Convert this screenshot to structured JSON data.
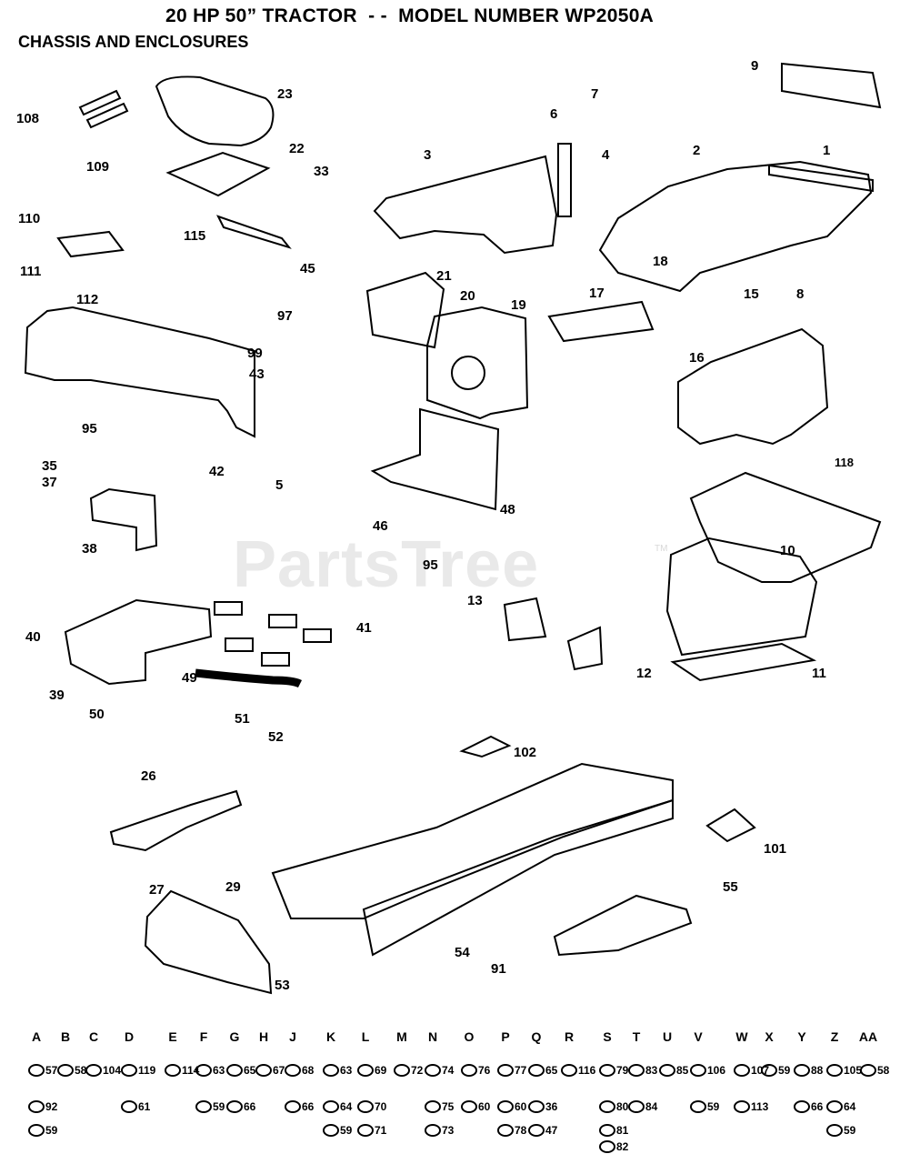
{
  "header": {
    "title": "20 HP 50” TRACTOR  - -  MODEL NUMBER WP2050A",
    "subtitle": "CHASSIS AND ENCLOSURES"
  },
  "watermark": {
    "text": "PartsTree",
    "tm": "TM"
  },
  "callouts": [
    "108",
    "23",
    "22",
    "109",
    "110",
    "33",
    "111",
    "112",
    "115",
    "45",
    "97",
    "99",
    "43",
    "95",
    "35",
    "42",
    "37",
    "38",
    "40",
    "39",
    "49",
    "50",
    "51",
    "52",
    "41",
    "5",
    "3",
    "4",
    "21",
    "20",
    "19",
    "17",
    "46",
    "48",
    "95b",
    "13",
    "12",
    "102",
    "6",
    "7",
    "9",
    "2",
    "1",
    "18",
    "15",
    "8",
    "16",
    "118",
    "10",
    "11",
    "26",
    "27",
    "29",
    "54",
    "55",
    "53",
    "91",
    "101"
  ],
  "hardware": [
    {
      "letter": "A",
      "parts": [
        "57",
        "92",
        "59"
      ]
    },
    {
      "letter": "B",
      "parts": [
        "58"
      ]
    },
    {
      "letter": "C",
      "parts": [
        "104"
      ]
    },
    {
      "letter": "D",
      "parts": [
        "119",
        "61"
      ]
    },
    {
      "letter": "E",
      "parts": [
        "114"
      ]
    },
    {
      "letter": "F",
      "parts": [
        "63",
        "59"
      ]
    },
    {
      "letter": "G",
      "parts": [
        "65",
        "66"
      ]
    },
    {
      "letter": "H",
      "parts": [
        "67"
      ]
    },
    {
      "letter": "J",
      "parts": [
        "68",
        "66"
      ]
    },
    {
      "letter": "K",
      "parts": [
        "63",
        "64",
        "59"
      ]
    },
    {
      "letter": "L",
      "parts": [
        "69",
        "70",
        "71"
      ]
    },
    {
      "letter": "M",
      "parts": [
        "72"
      ]
    },
    {
      "letter": "N",
      "parts": [
        "74",
        "75",
        "73"
      ]
    },
    {
      "letter": "O",
      "parts": [
        "76",
        "60"
      ]
    },
    {
      "letter": "P",
      "parts": [
        "77",
        "60",
        "78"
      ]
    },
    {
      "letter": "Q",
      "parts": [
        "65",
        "36",
        "47"
      ]
    },
    {
      "letter": "R",
      "parts": [
        "116"
      ]
    },
    {
      "letter": "S",
      "parts": [
        "79",
        "80",
        "81",
        "82"
      ]
    },
    {
      "letter": "T",
      "parts": [
        "83",
        "84"
      ]
    },
    {
      "letter": "U",
      "parts": [
        "85"
      ]
    },
    {
      "letter": "V",
      "parts": [
        "106",
        "59"
      ]
    },
    {
      "letter": "W",
      "parts": [
        "107",
        "113"
      ]
    },
    {
      "letter": "X",
      "parts": [
        "59"
      ]
    },
    {
      "letter": "Y",
      "parts": [
        "88",
        "66"
      ]
    },
    {
      "letter": "Z",
      "parts": [
        "105",
        "64",
        "59"
      ]
    },
    {
      "letter": "AA",
      "parts": [
        "58"
      ]
    }
  ]
}
